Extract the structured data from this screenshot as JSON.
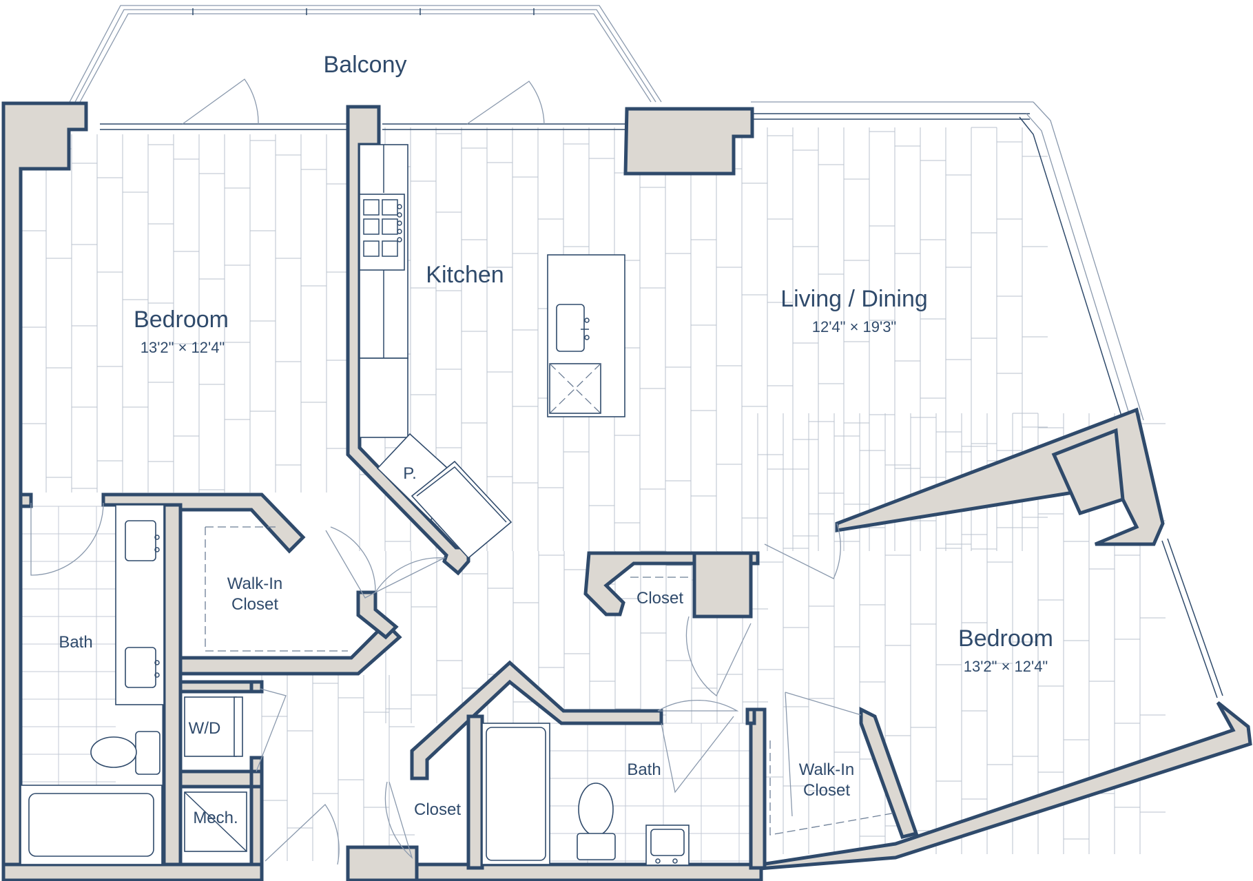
{
  "labels": {
    "balcony": "Balcony",
    "bedroom_left": "Bedroom",
    "bedroom_left_dim": "13'2\" × 12'4\"",
    "kitchen": "Kitchen",
    "pantry": "P.",
    "living_dining": "Living / Dining",
    "living_dining_dim": "12'4\" × 19'3\"",
    "walk_in_left_1": "Walk-In",
    "walk_in_left_2": "Closet",
    "bath_left": "Bath",
    "wd": "W/D",
    "mech": "Mech.",
    "closet_center": "Closet",
    "closet_hall": "Closet",
    "bath_center": "Bath",
    "walk_in_right_1": "Walk-In",
    "walk_in_right_2": "Closet",
    "bedroom_right": "Bedroom",
    "bedroom_right_dim": "13'2\" × 12'4\""
  },
  "colors": {
    "wall_fill": "#dcd8d2",
    "line": "#2f4a6b",
    "floor_line": "#b9c2ce"
  }
}
